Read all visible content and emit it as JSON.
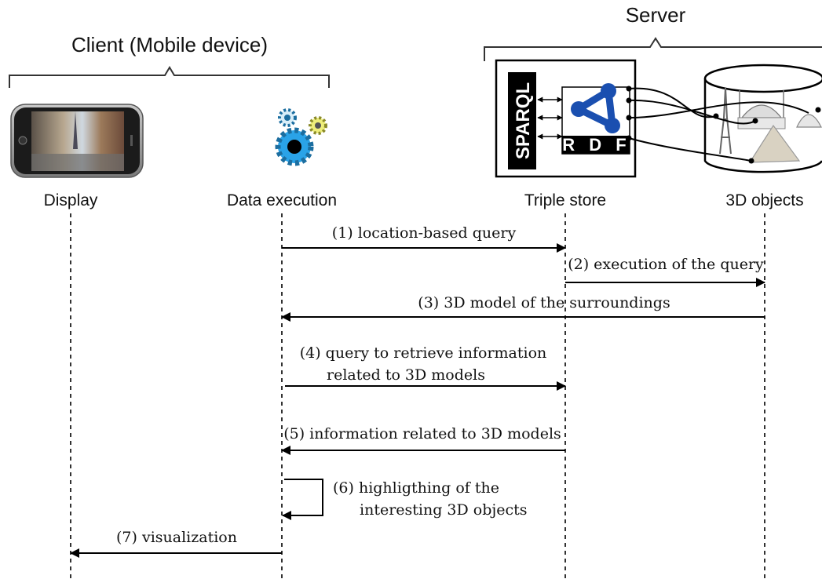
{
  "groups": {
    "client": "Client (Mobile device)",
    "server": "Server"
  },
  "actors": {
    "display": "Display",
    "data_execution": "Data execution",
    "triple_store": "Triple store",
    "objects_3d": "3D objects"
  },
  "icons": {
    "sparql": "SPARQL",
    "rdf": "R D F"
  },
  "messages": {
    "m1": "(1) location-based query",
    "m2": "(2) execution of the query",
    "m3": "(3) 3D model of the surroundings",
    "m4_line1": "(4) query to retrieve information",
    "m4_line2": "related to 3D models",
    "m5": "(5) information related to 3D models",
    "m6_line1": "(6) highligthing of the",
    "m6_line2": "interesting 3D objects",
    "m7": "(7) visualization"
  },
  "colors": {
    "gear_blue": "#2aa3e8",
    "gear_light": "#d8eef9",
    "gear_yellow": "#eeee7a",
    "rdf_blue": "#1a4fb0"
  }
}
